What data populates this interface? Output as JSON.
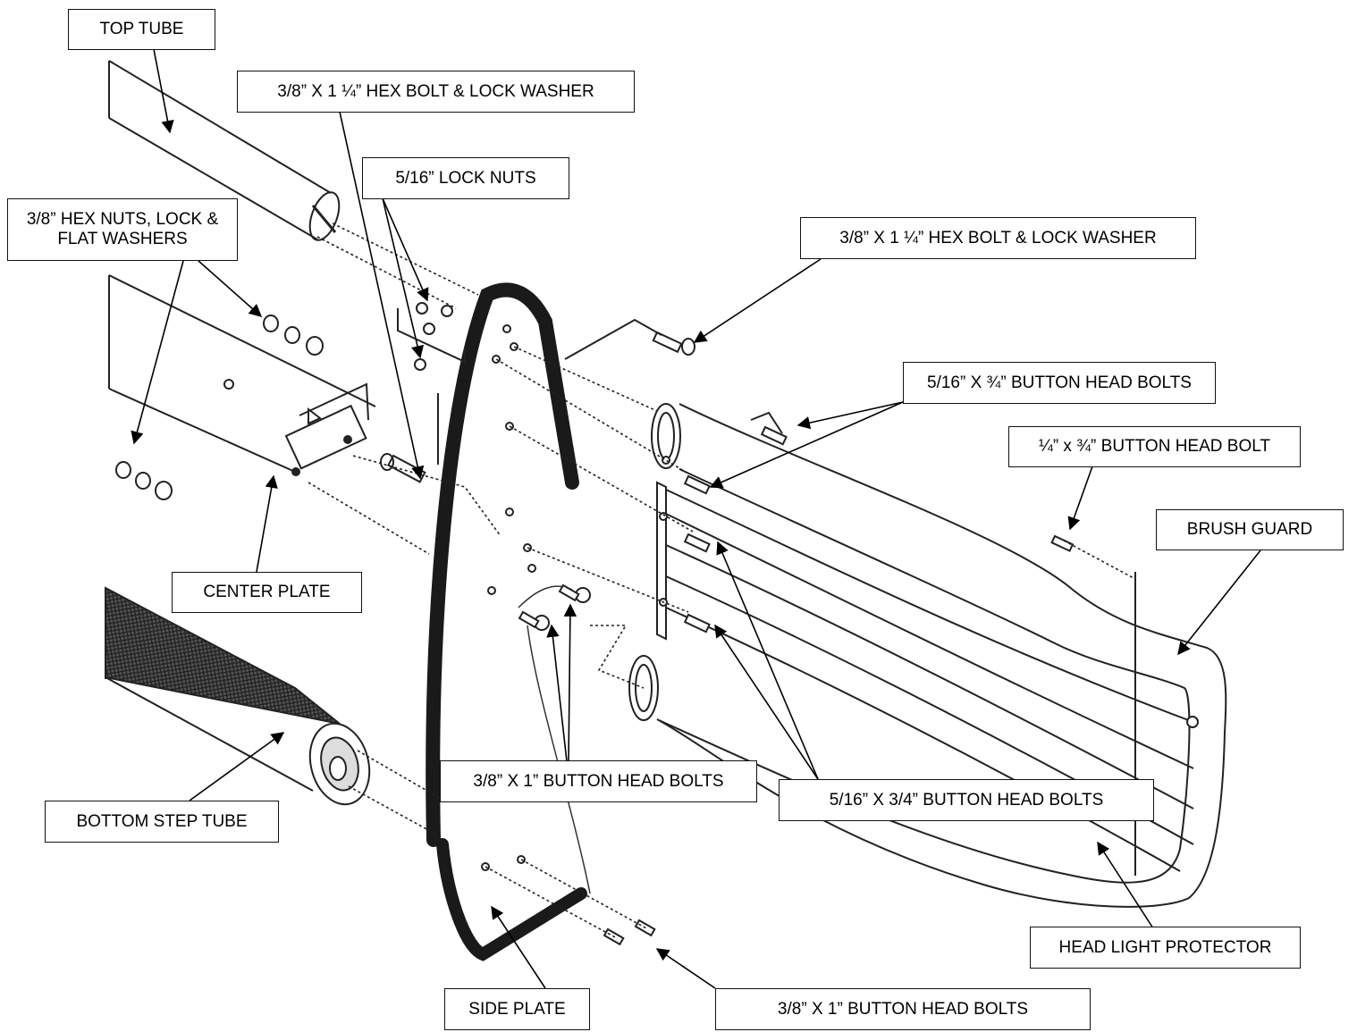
{
  "labels": {
    "top_tube": "TOP TUBE",
    "hex_bolt_left": "3/8” X 1 ¼” HEX BOLT & LOCK WASHER",
    "lock_nuts": "5/16” LOCK NUTS",
    "hex_nuts": "3/8” HEX NUTS, LOCK & FLAT WASHERS",
    "hex_bolt_right": "3/8” X 1 ¼” HEX BOLT & LOCK WASHER",
    "button_bolts_516_34_top": "5/16” X ¾” BUTTON HEAD BOLTS",
    "button_bolt_14_34": "¼” x ¾” BUTTON HEAD BOLT",
    "brush_guard": "BRUSH GUARD",
    "center_plate": "CENTER PLATE",
    "button_bolts_38_1_mid": "3/8” X 1” BUTTON HEAD BOLTS",
    "button_bolts_516_34_mid": "5/16” X 3/4” BUTTON HEAD BOLTS",
    "bottom_step_tube": "BOTTOM STEP TUBE",
    "head_light_protector": "HEAD LIGHT PROTECTOR",
    "side_plate": "SIDE PLATE",
    "button_bolts_38_1_bottom": "3/8” X 1” BUTTON HEAD BOLTS"
  },
  "colors": {
    "line": "#222222",
    "heavy": "#1a1a1a",
    "background": "#ffffff"
  }
}
